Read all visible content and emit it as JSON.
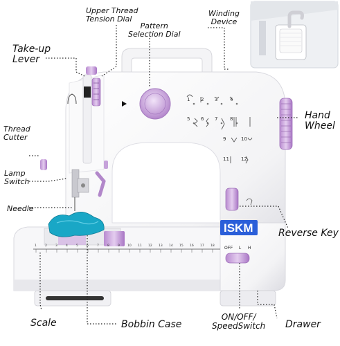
{
  "labels": {
    "upper_thread_tension_dial": "Upper Thread\nTension Dial",
    "pattern_selection_dial": "Pattern\nSelection Dial",
    "winding_device": "Winding\nDevice",
    "take_up_lever": "Take-up\nLever",
    "hand_wheel": "Hand\nWheel",
    "thread_cutter": "Thread\nCutter",
    "lamp_switch": "Lamp\nSwitch",
    "needle": "Needle",
    "reverse_key": "Reverse Key",
    "scale": "Scale",
    "bobbin_case": "Bobbin Case",
    "on_off_speed_switch": "ON/OFF/\nSpeedSwitch",
    "drawer": "Drawer"
  },
  "machine": {
    "brand": "ISKM",
    "switch_positions": [
      "OFF",
      "L",
      "H"
    ],
    "pattern_numbers": [
      "1",
      "2",
      "3",
      "4",
      "5",
      "6",
      "7",
      "8",
      "9",
      "10",
      "11",
      "12"
    ],
    "ruler_numbers": [
      "1",
      "2",
      "3",
      "4",
      "5",
      "6",
      "7",
      "8",
      "9",
      "10",
      "11",
      "12",
      "13",
      "14",
      "15",
      "16",
      "17",
      "18"
    ],
    "accent_color": "#c9a3dc",
    "body_color": "#ffffff",
    "teal_fabric_color": "#19a7c6"
  }
}
